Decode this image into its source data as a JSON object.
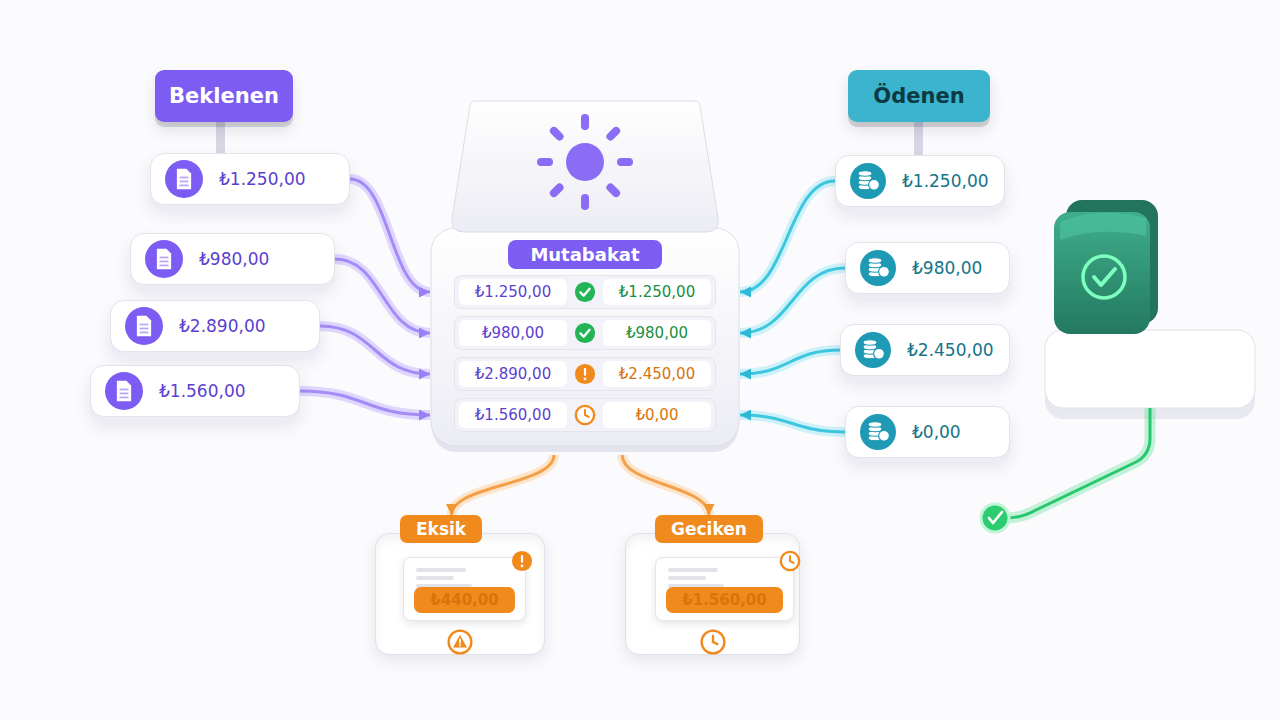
{
  "diagram": {
    "nodes": [
      {
        "text": [
          "Beklenen"
        ]
      },
      {
        "text": [
          "₺1.250,00"
        ]
      },
      {
        "text": [
          "₺980,00"
        ]
      },
      {
        "text": [
          "₺2.890,00"
        ]
      },
      {
        "text": [
          "₺1.560,00"
        ]
      },
      {
        "text": [
          "Mutabakat"
        ]
      },
      {
        "text": [
          "Ödenen"
        ]
      },
      {
        "text": [
          "₺1.250,00"
        ]
      },
      {
        "text": [
          "₺980,00"
        ]
      },
      {
        "text": [
          "₺2.450,00"
        ]
      },
      {
        "text": [
          "₺0,00"
        ]
      },
      {
        "text": [
          "Eksik"
        ]
      },
      {
        "text": [
          "₺440,00"
        ],
        "in": 11
      },
      {
        "text": [
          "Geciken"
        ]
      },
      {
        "text": [
          "₺1.560,00"
        ],
        "in": 13
      }
    ],
    "edges": [
      {
        "from": 1,
        "to": 5,
        "arrow": "to"
      },
      {
        "from": 2,
        "to": 5,
        "arrow": "to"
      },
      {
        "from": 3,
        "to": 5,
        "arrow": "to"
      },
      {
        "from": 4,
        "to": 5,
        "arrow": "to"
      },
      {
        "from": 7,
        "to": 5,
        "arrow": "to"
      },
      {
        "from": 8,
        "to": 5,
        "arrow": "to"
      },
      {
        "from": 9,
        "to": 5,
        "arrow": "to"
      },
      {
        "from": 10,
        "to": 5,
        "arrow": "to"
      },
      {
        "from": 5,
        "to": 11,
        "arrow": "to"
      },
      {
        "from": 5,
        "to": 13,
        "arrow": "to"
      }
    ],
    "labels": [
      "₺1.250,00",
      "₺1.250,00",
      "₺980,00",
      "₺980,00",
      "₺2.890,00",
      "₺2.450,00",
      "₺1.560,00",
      "₺0,00"
    ]
  }
}
